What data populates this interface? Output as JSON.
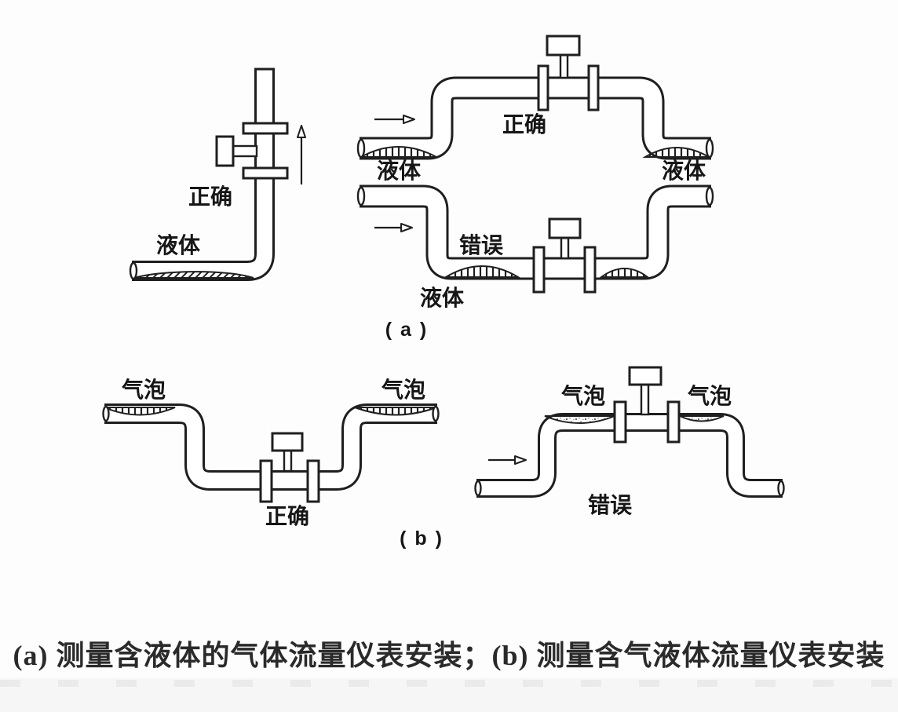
{
  "colors": {
    "line": "#1f1f1f",
    "text": "#161616",
    "background": "#fdfdfd",
    "footer_band": "#f6f6f6"
  },
  "diagram_a_vertical": {
    "correct": "正确",
    "liquid": "液体"
  },
  "diagram_a_bypass": {
    "correct": "正确",
    "wrong": "错误",
    "liquid_inlet": "液体",
    "liquid_outlet": "液体",
    "liquid_trap": "液体",
    "tag": "( a )"
  },
  "diagram_b_low": {
    "bubble_left": "气泡",
    "bubble_right": "气泡",
    "correct": "正确",
    "tag": "( b )"
  },
  "diagram_b_high": {
    "bubble_left": "气泡",
    "bubble_right": "气泡",
    "wrong": "错误"
  },
  "caption": "(a) 测量含液体的气体流量仪表安装；(b) 测量含气液体流量仪表安装"
}
